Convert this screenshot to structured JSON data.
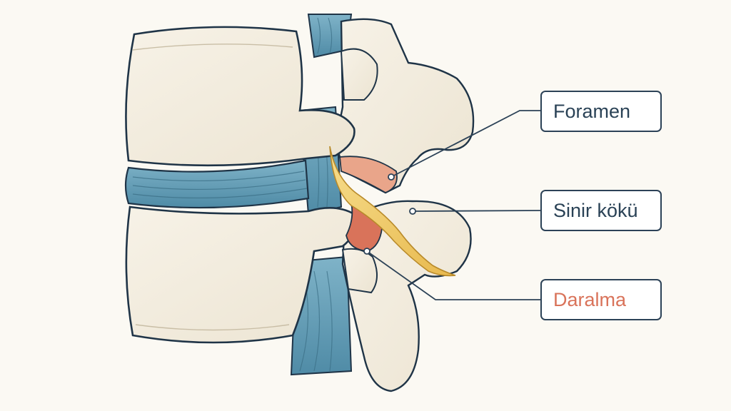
{
  "labels": {
    "foramen": "Foramen",
    "nerve_root": "Sinir kökü",
    "narrowing": "Daralma"
  },
  "colors": {
    "background": "#fbf9f3",
    "bone": "#f3ede0",
    "outline": "#1f3447",
    "disc": "#5f9bb4",
    "nerve": "#f1cf6e",
    "narrowing": "#d9735a"
  }
}
